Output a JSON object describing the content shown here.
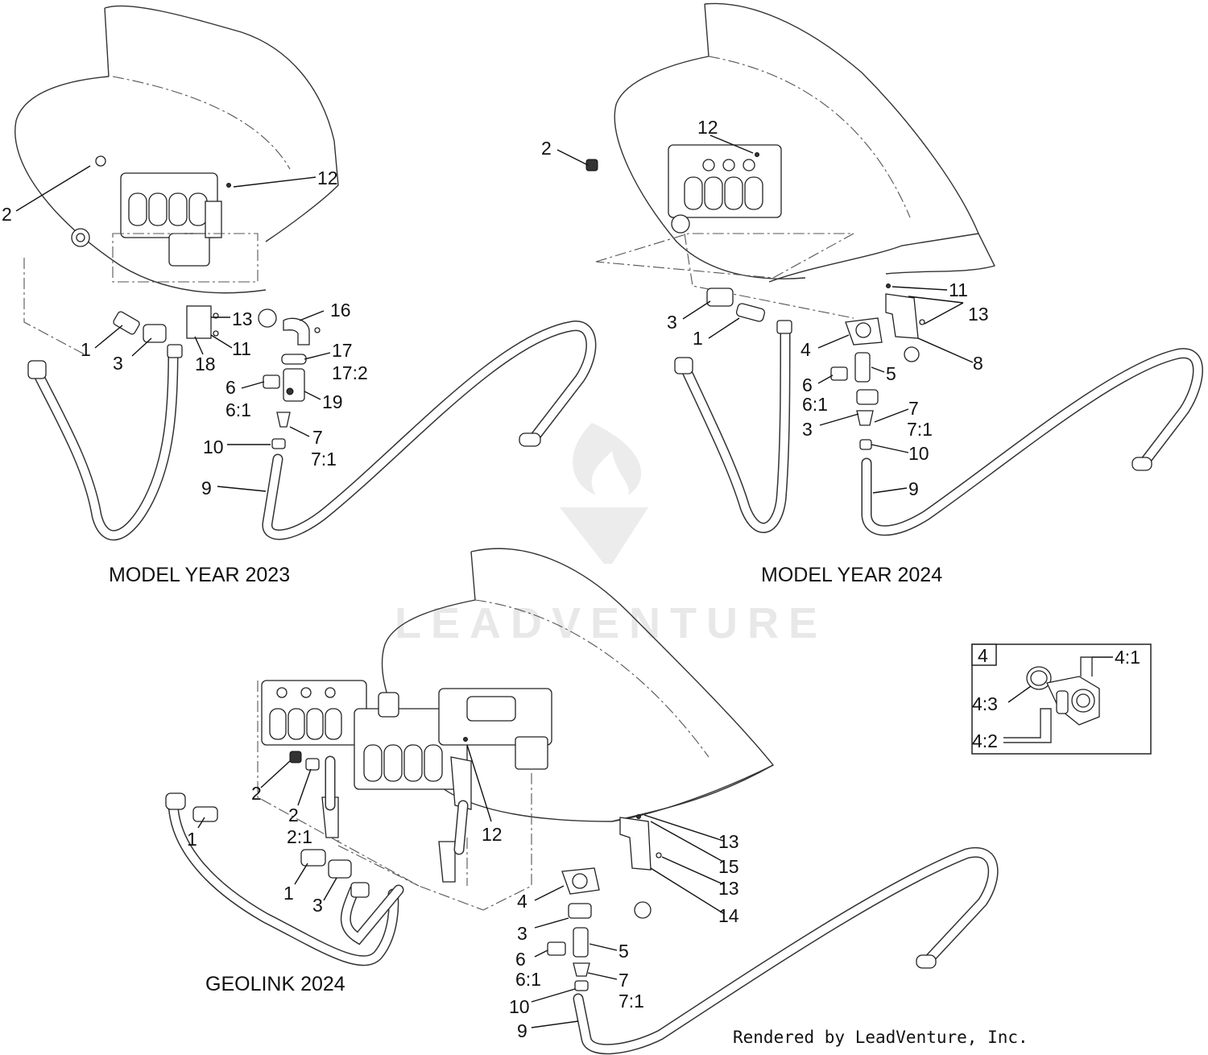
{
  "diagrams": {
    "my2023": {
      "title": "MODEL YEAR 2023",
      "callouts": [
        "2",
        "12",
        "1",
        "3",
        "13",
        "16",
        "18",
        "11",
        "17",
        "17:2",
        "6",
        "6:1",
        "19",
        "10",
        "7",
        "7:1",
        "9"
      ]
    },
    "my2024": {
      "title": "MODEL YEAR 2024",
      "callouts": [
        "12",
        "2",
        "11",
        "13",
        "3",
        "1",
        "4",
        "8",
        "6",
        "5",
        "6:1",
        "7",
        "3",
        "7:1",
        "10",
        "9"
      ]
    },
    "geolink2024": {
      "title": "GEOLINK 2024",
      "callouts": [
        "2",
        "2",
        "2:1",
        "12",
        "1",
        "1",
        "13",
        "15",
        "13",
        "3",
        "4",
        "14",
        "3",
        "5",
        "6",
        "6:1",
        "7",
        "7:1",
        "10",
        "9"
      ]
    },
    "inset": {
      "title": "4",
      "callouts": [
        "4:1",
        "4:3",
        "4:2"
      ]
    }
  },
  "watermark": "LEADVENTURE",
  "credit": "Rendered by LeadVenture, Inc."
}
